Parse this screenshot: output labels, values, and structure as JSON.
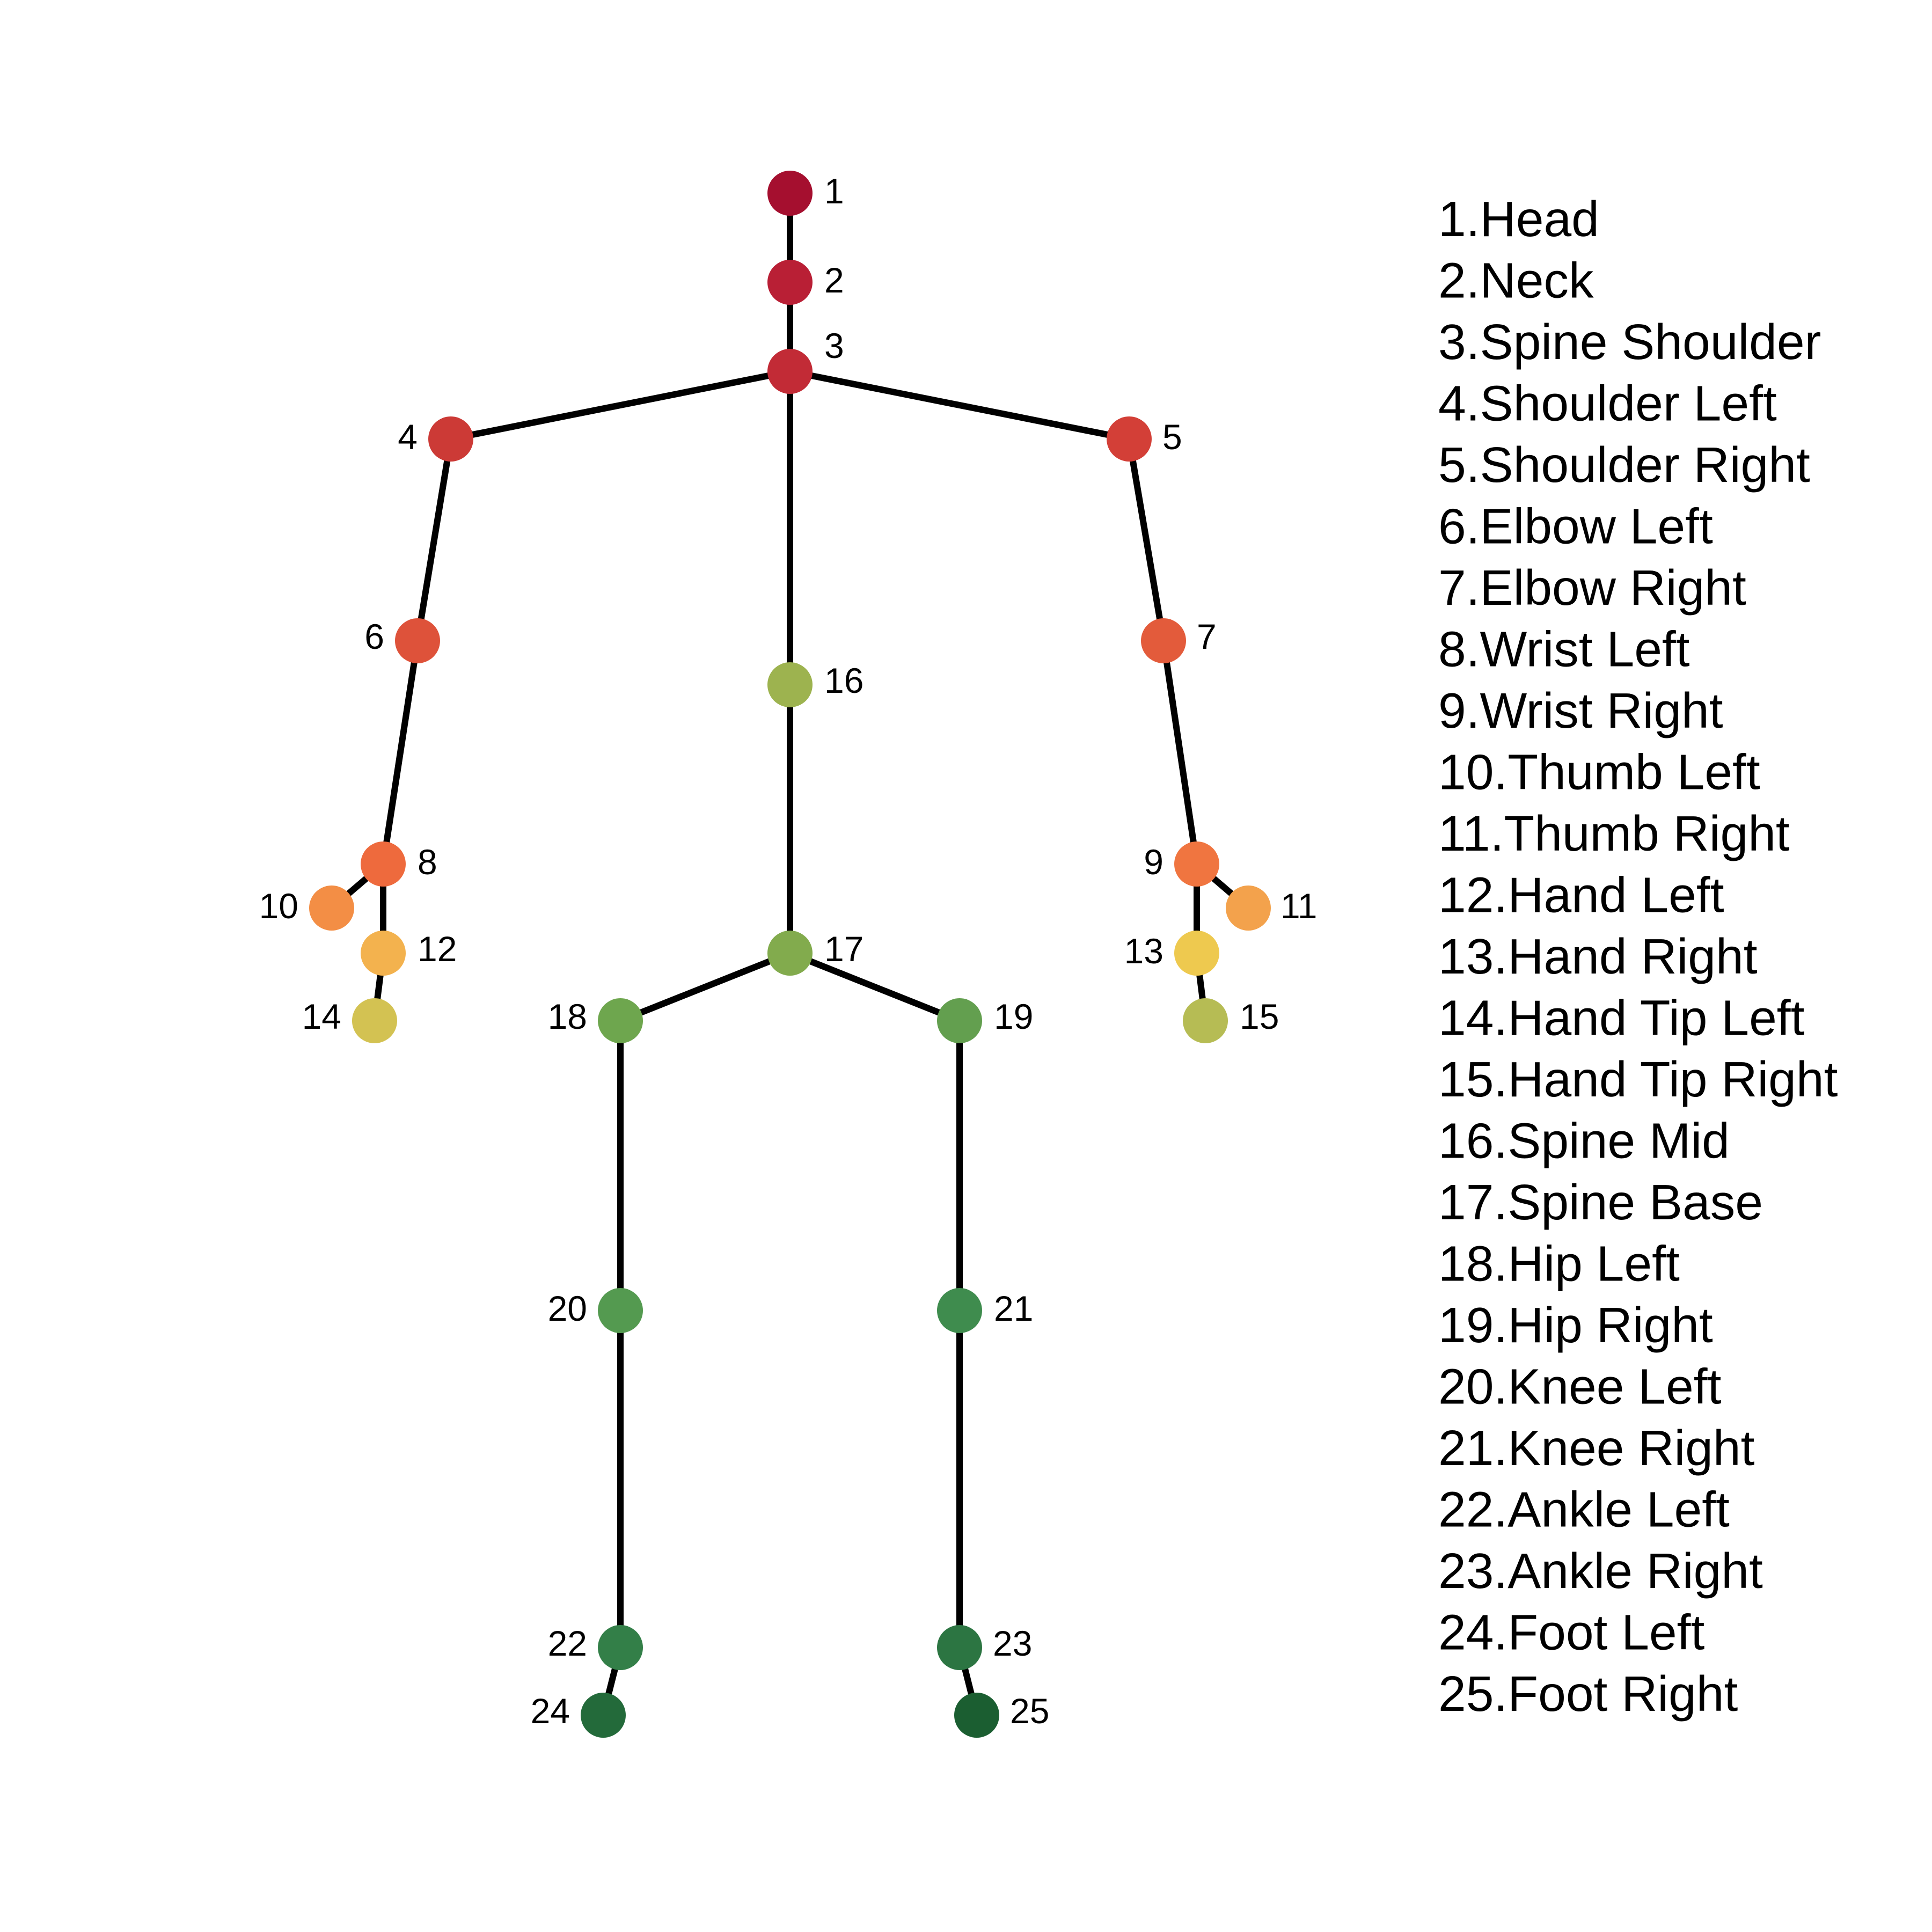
{
  "joints": [
    {
      "id": "1",
      "name": "Head",
      "color": "#a50f2f"
    },
    {
      "id": "2",
      "name": "Neck",
      "color": "#b91f35"
    },
    {
      "id": "3",
      "name": "Spine Shoulder",
      "color": "#c22b36"
    },
    {
      "id": "4",
      "name": "Shoulder Left",
      "color": "#cc3a36"
    },
    {
      "id": "5",
      "name": "Shoulder Right",
      "color": "#d33f37"
    },
    {
      "id": "6",
      "name": "Elbow Left",
      "color": "#de523a"
    },
    {
      "id": "7",
      "name": "Elbow Right",
      "color": "#e35b3b"
    },
    {
      "id": "8",
      "name": "Wrist Left",
      "color": "#ee6a3d"
    },
    {
      "id": "9",
      "name": "Wrist Right",
      "color": "#f07540"
    },
    {
      "id": "10",
      "name": "Thumb Left",
      "color": "#f38e45"
    },
    {
      "id": "11",
      "name": "Thumb Right",
      "color": "#f3a24c"
    },
    {
      "id": "12",
      "name": "Hand Left",
      "color": "#f3b24e"
    },
    {
      "id": "13",
      "name": "Hand Right",
      "color": "#eec94f"
    },
    {
      "id": "14",
      "name": "Hand Tip Left",
      "color": "#d3c252"
    },
    {
      "id": "15",
      "name": "Hand Tip Right",
      "color": "#b6bc54"
    },
    {
      "id": "16",
      "name": "Spine Mid",
      "color": "#9db34f"
    },
    {
      "id": "17",
      "name": "Spine Base",
      "color": "#82ab4d"
    },
    {
      "id": "18",
      "name": "Hip Left",
      "color": "#6ea64e"
    },
    {
      "id": "19",
      "name": "Hip Right",
      "color": "#639f4f"
    },
    {
      "id": "20",
      "name": "Knee Left",
      "color": "#549a50"
    },
    {
      "id": "21",
      "name": "Knee Right",
      "color": "#3f8c4e"
    },
    {
      "id": "22",
      "name": "Ankle Left",
      "color": "#337f48"
    },
    {
      "id": "23",
      "name": "Ankle Right",
      "color": "#2c7542"
    },
    {
      "id": "24",
      "name": "Foot Left",
      "color": "#236a3a"
    },
    {
      "id": "25",
      "name": "Foot Right",
      "color": "#1b5e31"
    }
  ],
  "bones": [
    [
      "1",
      "2"
    ],
    [
      "2",
      "3"
    ],
    [
      "3",
      "4"
    ],
    [
      "3",
      "5"
    ],
    [
      "3",
      "16"
    ],
    [
      "4",
      "6"
    ],
    [
      "6",
      "8"
    ],
    [
      "8",
      "10"
    ],
    [
      "8",
      "12"
    ],
    [
      "12",
      "14"
    ],
    [
      "5",
      "7"
    ],
    [
      "7",
      "9"
    ],
    [
      "9",
      "11"
    ],
    [
      "9",
      "13"
    ],
    [
      "13",
      "15"
    ],
    [
      "16",
      "17"
    ],
    [
      "17",
      "18"
    ],
    [
      "17",
      "19"
    ],
    [
      "18",
      "20"
    ],
    [
      "20",
      "22"
    ],
    [
      "22",
      "24"
    ],
    [
      "19",
      "21"
    ],
    [
      "21",
      "23"
    ],
    [
      "23",
      "25"
    ]
  ],
  "legend_separator": "."
}
